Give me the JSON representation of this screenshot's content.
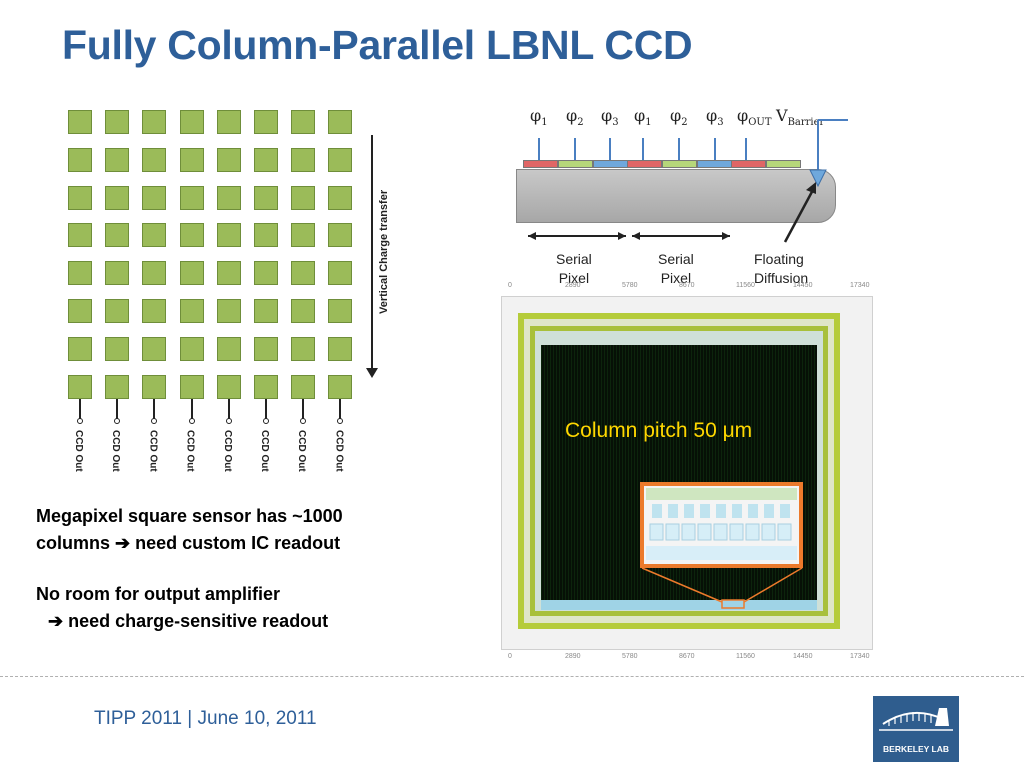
{
  "slide": {
    "title": "Fully Column-Parallel LBNL CCD"
  },
  "pixel_array": {
    "rows": 8,
    "columns": 8,
    "pixel_color": "#9bbb59",
    "output_label": "CCD Out",
    "transfer_label": "Vertical Charge transfer"
  },
  "bullets": [
    {
      "line1": "Megapixel square sensor has ~1000",
      "line2": "columns ➔ need custom IC readout"
    },
    {
      "line1": "No room for output amplifier",
      "line2": "➔ need charge-sensitive readout"
    }
  ],
  "ccd_diagram": {
    "phases": [
      {
        "symbol": "φ",
        "sub": "1"
      },
      {
        "symbol": "φ",
        "sub": "2"
      },
      {
        "symbol": "φ",
        "sub": "3"
      },
      {
        "symbol": "φ",
        "sub": "1"
      },
      {
        "symbol": "φ",
        "sub": "2"
      },
      {
        "symbol": "φ",
        "sub": "3"
      },
      {
        "symbol": "φ",
        "sub": "OUT"
      },
      {
        "symbol": "V",
        "sub": "Barrier"
      }
    ],
    "gate_colors": [
      "#e06666",
      "#b6d77a",
      "#6fa8dc",
      "#e06666",
      "#b6d77a",
      "#6fa8dc",
      "#e06666",
      "#b6d77a"
    ],
    "labels": {
      "serial_pixel_1": [
        "Serial",
        "Pixel"
      ],
      "serial_pixel_2": [
        "Serial",
        "Pixel"
      ],
      "floating_diffusion": [
        "Floating",
        "Diffusion"
      ]
    }
  },
  "chip_layout": {
    "annotation": "Column pitch 50 μm",
    "ruler_ticks": [
      "0",
      "2890",
      "5780",
      "8670",
      "11560",
      "14450",
      "17340"
    ],
    "accent_color": "#ec7a2b"
  },
  "footer": {
    "text": "TIPP 2011 | June 10, 2011",
    "logo_text": "BERKELEY LAB"
  }
}
